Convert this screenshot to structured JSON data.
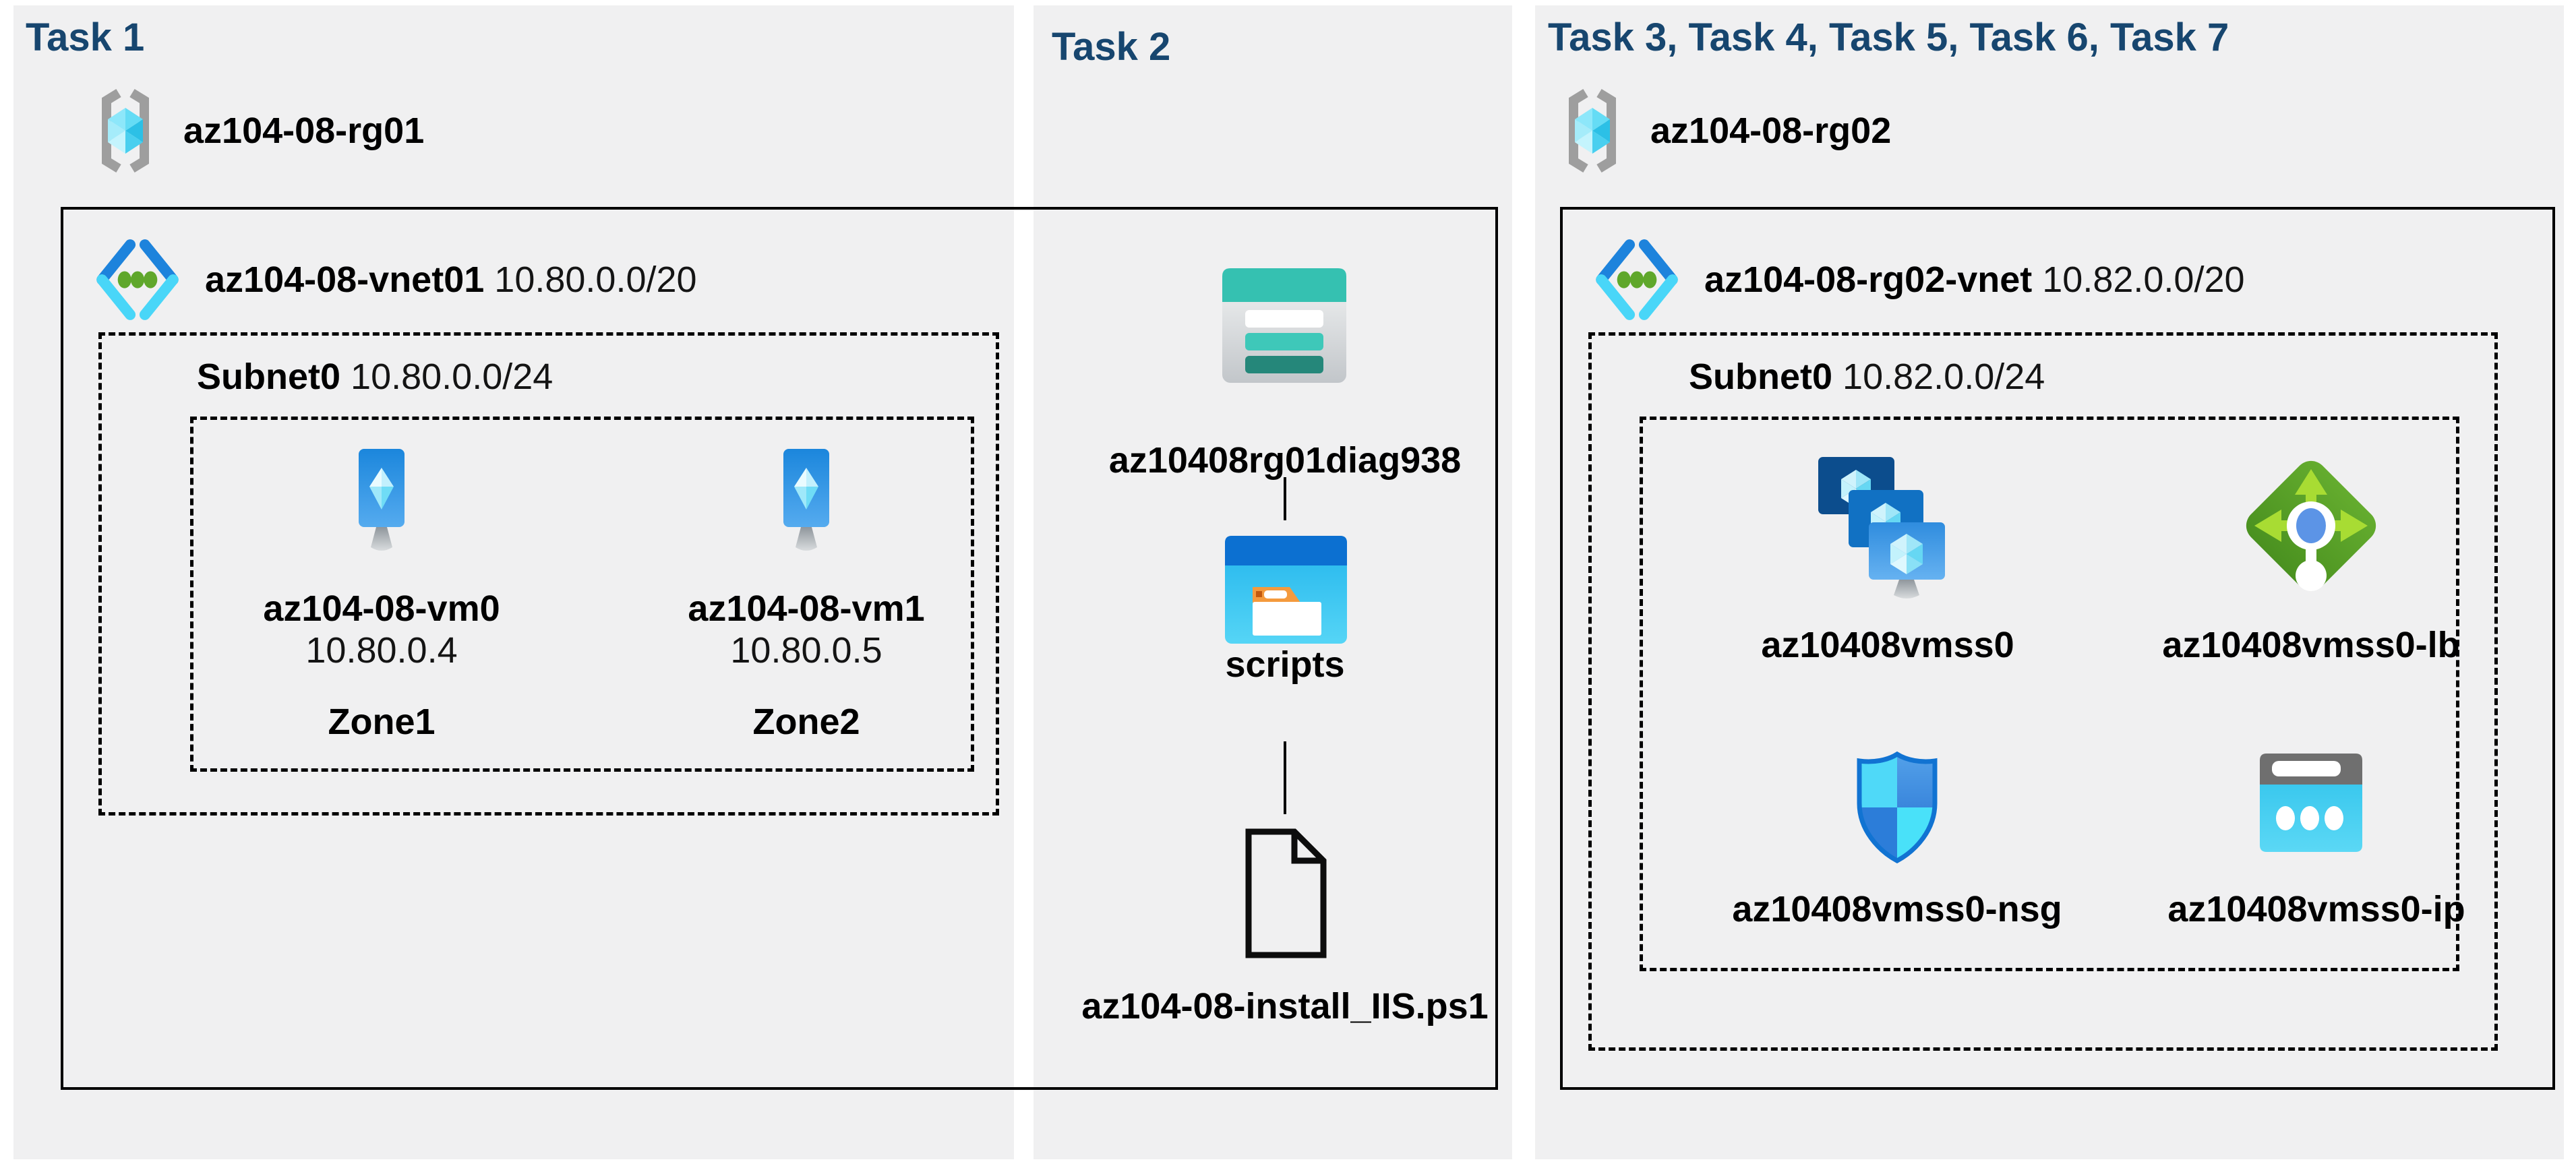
{
  "colors": {
    "panel_background": "#F0F0F1",
    "task_title_blue": "#17466F",
    "container_border": "#000000",
    "storage_teal": "#35C1B1",
    "azure_blue": "#1B82DC",
    "light_cyan": "#49D6F8",
    "vnet_dot_green": "#5FA72B",
    "load_balancer_green": "#5DA62B",
    "folder_orange": "#F49A3D"
  },
  "panels": [
    {
      "title": "Task 1",
      "resource_group": {
        "name": "az104-08-rg01"
      },
      "vnet": {
        "name": "az104-08-vnet01",
        "cidr": "10.80.0.0/20"
      },
      "subnet": {
        "name": "Subnet0",
        "cidr": "10.80.0.0/24"
      },
      "vms": [
        {
          "name": "az104-08-vm0",
          "ip": "10.80.0.4",
          "zone": "Zone1"
        },
        {
          "name": "az104-08-vm1",
          "ip": "10.80.0.5",
          "zone": "Zone2"
        }
      ]
    },
    {
      "title": "Task 2",
      "storage_account": {
        "name": "az10408rg01diag938"
      },
      "folder": {
        "name": "scripts"
      },
      "file": {
        "name": "az104-08-install_IIS.ps1"
      }
    },
    {
      "title": "Task 3, Task 4, Task 5, Task 6, Task 7",
      "resource_group": {
        "name": "az104-08-rg02"
      },
      "vnet": {
        "name": "az104-08-rg02-vnet",
        "cidr": "10.82.0.0/20"
      },
      "subnet": {
        "name": "Subnet0",
        "cidr": "10.82.0.0/24"
      },
      "resources": [
        {
          "name": "az10408vmss0",
          "type": "virtual-machine-scale-set"
        },
        {
          "name": "az10408vmss0-lb",
          "type": "load-balancer"
        },
        {
          "name": "az10408vmss0-nsg",
          "type": "network-security-group"
        },
        {
          "name": "az10408vmss0-ip",
          "type": "public-ip-address"
        }
      ]
    }
  ]
}
